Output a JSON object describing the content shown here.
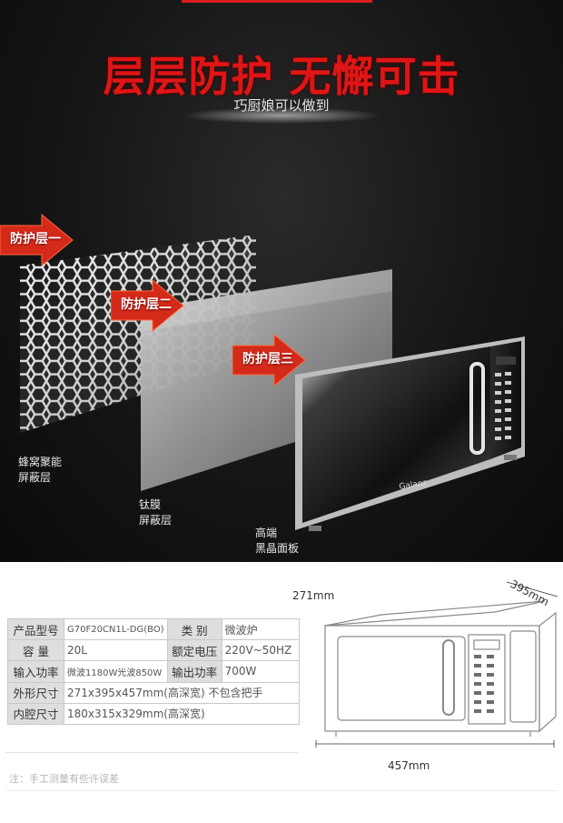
{
  "hero": {
    "headline": "层层防护 无懈可击",
    "subheadline": "巧厨娘可以做到",
    "layers": [
      {
        "arrow_label": "防护层一",
        "caption_line1": "蜂窝聚能",
        "caption_line2": "屏蔽层"
      },
      {
        "arrow_label": "防护层二",
        "caption_line1": "钛膜",
        "caption_line2": "屏蔽层"
      },
      {
        "arrow_label": "防护层三",
        "caption_line1": "高端",
        "caption_line2": "黑晶面板"
      }
    ],
    "brand_logo_text": "Galanz",
    "colors": {
      "headline": "#e01515",
      "arrow": "#d42a1a",
      "background": "#141414"
    }
  },
  "specs": {
    "rows": [
      {
        "label1": "产品型号",
        "value1": "G70F20CN1L-DG(BO)",
        "label2": "类  别",
        "value2": "微波炉"
      },
      {
        "label1": "容  量",
        "value1": "20L",
        "label2": "额定电压",
        "value2": "220V~50HZ"
      },
      {
        "label1": "输入功率",
        "value1": "微波1180W光波850W",
        "label2": "输出功率",
        "value2": "700W"
      },
      {
        "label1": "外形尺寸",
        "value1": "271x395x457mm(高深宽)  不包含把手"
      },
      {
        "label1": "内腔尺寸",
        "value1": "180x315x329mm(高深宽)"
      }
    ],
    "dimensions": {
      "height": "271mm",
      "depth": "395mm",
      "width": "457mm"
    },
    "note": "注：手工测量有些许误差"
  }
}
